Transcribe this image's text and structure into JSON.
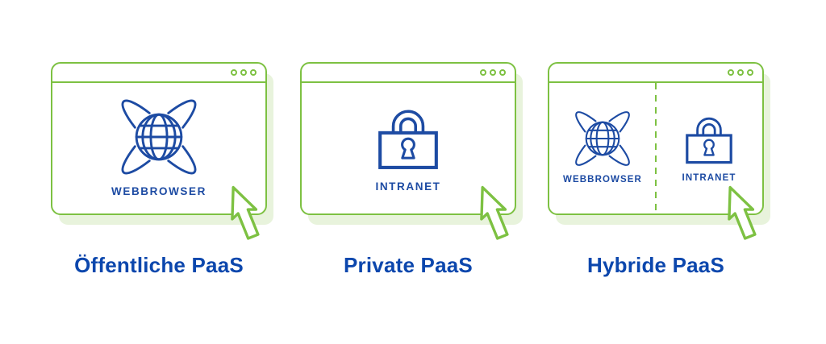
{
  "colors": {
    "frame_green": "#7dc142",
    "shadow_green": "#e8f3dc",
    "icon_blue": "#1d4ba3",
    "caption_blue": "#0c47ad",
    "background": "#ffffff"
  },
  "panels": [
    {
      "id": "public",
      "caption": "Öffentliche PaaS",
      "sections": [
        {
          "icon": "globe-network-icon",
          "label": "WEBBROWSER"
        }
      ]
    },
    {
      "id": "private",
      "caption": "Private PaaS",
      "sections": [
        {
          "icon": "lock-icon",
          "label": "INTRANET"
        }
      ]
    },
    {
      "id": "hybrid",
      "caption": "Hybride PaaS",
      "split": true,
      "sections": [
        {
          "icon": "globe-network-icon",
          "label": "WEBBROWSER"
        },
        {
          "icon": "lock-icon",
          "label": "INTRANET"
        }
      ]
    }
  ]
}
